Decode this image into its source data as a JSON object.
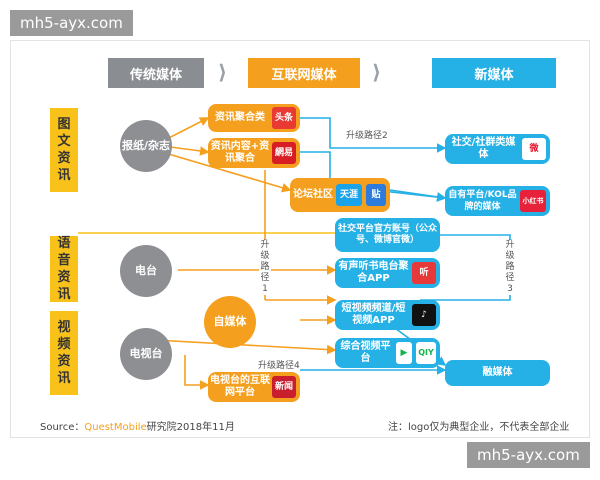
{
  "watermark": "mh5-ayx.com",
  "headers": {
    "traditional": "传统媒体",
    "internet": "互联网媒体",
    "new": "新媒体"
  },
  "categories": {
    "graphic": "图文资讯",
    "audio": "语音资讯",
    "video": "视频资讯"
  },
  "circles": {
    "newspaper": "报纸/杂志",
    "radio": "电台",
    "tv": "电视台",
    "self_media": "自媒体"
  },
  "internet_boxes": {
    "aggregation": "资讯聚合类",
    "content_aggregation": "资讯内容+资讯聚合",
    "forum": "论坛社区",
    "tv_network": "电视台的互联网平台"
  },
  "new_boxes": {
    "social_official": "社交平台官方账号（公众号、微博官微）",
    "audio_app": "有声听书电台聚合APP",
    "short_video": "短视频频道/短视频APP",
    "video_platform": "综合视频平台"
  },
  "new_media": {
    "social": "社交/社群类媒体",
    "kol": "自有平台/KOL品牌的媒体",
    "fusion": "融媒体"
  },
  "paths": {
    "p1": "升级路径1",
    "p2": "升级路径2",
    "p3": "升级路径3",
    "p4": "升级路径4"
  },
  "logos": {
    "toutiao": "头条",
    "netease": "網易",
    "tianya": "天涯",
    "tieba": "贴",
    "ting": "听",
    "tiktok-glyph": "♪",
    "iqiyi": "QIY",
    "weibo": "微",
    "xhs": "小红书",
    "xinwen": "新闻"
  },
  "colors": {
    "orange": "#f59f1e",
    "blue": "#25b1e6",
    "gray": "#8a8d92",
    "yellow": "#f8c21a"
  },
  "footer": {
    "source_prefix": "Source：",
    "source_brand": "QuestMobile",
    "source_suffix": "研究院2018年11月",
    "note": "注：logo仅为典型企业，不代表全部企业"
  }
}
